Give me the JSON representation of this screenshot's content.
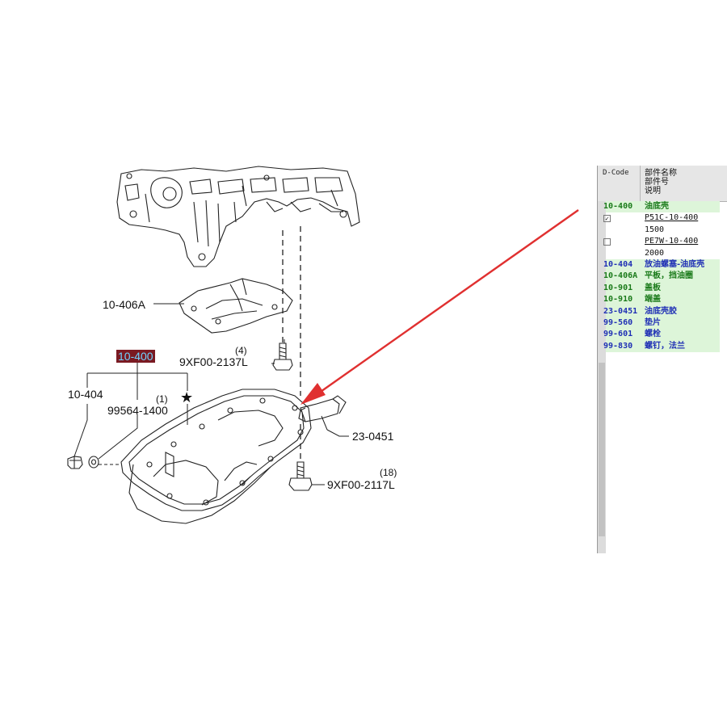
{
  "diagram": {
    "callouts": {
      "oil_pan_highlight": "10-400",
      "plate": "10-406A",
      "drain_plug": "10-404",
      "washer": "99564-1400",
      "washer_qty": "(1)",
      "bolt_upper": "9XF00-2137L",
      "bolt_upper_qty": "(4)",
      "sealant": "23-0451",
      "bolt_lower": "9XF00-2117L",
      "bolt_lower_qty": "(18)",
      "star": "★"
    },
    "colors": {
      "highlight_bg": "#7a1a22",
      "highlight_text": "#6fd3ff",
      "arrow": "#e03030"
    }
  },
  "parts_panel": {
    "header": {
      "code_label": "D-Code",
      "name_lines": [
        "部件名称",
        "部件号",
        "说明"
      ]
    },
    "rows": [
      {
        "type": "green",
        "code": "10-400",
        "name": "油底壳"
      },
      {
        "type": "sub",
        "check": "✓",
        "part_number": "P51C-10-400",
        "extra": ""
      },
      {
        "type": "sub-year",
        "year": "1500"
      },
      {
        "type": "sub",
        "check": "",
        "part_number": "PE7W-10-400",
        "extra": ""
      },
      {
        "type": "sub-year",
        "year": "2000"
      },
      {
        "type": "blue",
        "code": "10-404",
        "name": "放油螺塞-油底壳"
      },
      {
        "type": "green",
        "code": "10-406A",
        "name": "平板，挡油圈"
      },
      {
        "type": "green",
        "code": "10-901",
        "name": "盖板"
      },
      {
        "type": "green",
        "code": "10-910",
        "name": "端盖"
      },
      {
        "type": "blue",
        "code": "23-0451",
        "name": "油底壳胶"
      },
      {
        "type": "blue",
        "code": "99-560",
        "name": "垫片"
      },
      {
        "type": "blue",
        "code": "99-601",
        "name": "螺栓"
      },
      {
        "type": "blue",
        "code": "99-830",
        "name": "螺钉，法兰"
      }
    ]
  }
}
